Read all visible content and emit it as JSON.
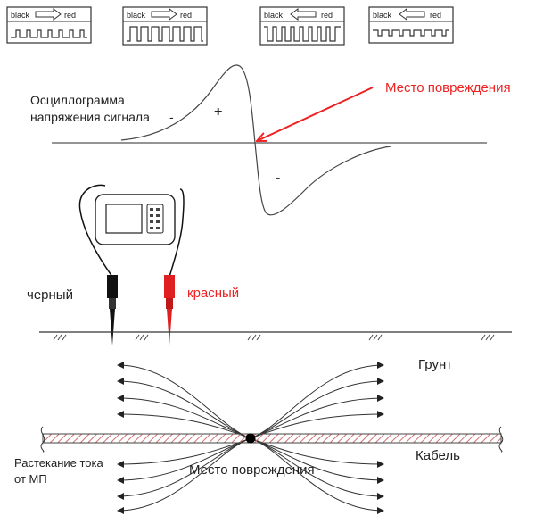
{
  "indicators": [
    {
      "left": "black",
      "right": "red",
      "arrow": "right",
      "waveform": "short-pulses"
    },
    {
      "left": "black",
      "right": "red",
      "arrow": "right",
      "waveform": "long-pulses"
    },
    {
      "left": "black",
      "right": "red",
      "arrow": "left",
      "waveform": "inverted-pulses"
    },
    {
      "left": "black",
      "right": "red",
      "arrow": "left",
      "waveform": "inverted-small-pulses"
    }
  ],
  "signal": {
    "caption_line1": "Осциллограмма",
    "caption_line2": "напряжения сигнала",
    "minus_left": "-",
    "plus": "+",
    "minus": "-"
  },
  "fault_callout": "Место повреждения",
  "probes": {
    "black": "черный",
    "red": "красный"
  },
  "ground_label": "Грунт",
  "cable_label": "Кабель",
  "current_label_line1": "Растекание тока",
  "current_label_line2": "от МП",
  "fault_label": "Место повреждения",
  "colors": {
    "accent": "#ee2222",
    "line": "#333333",
    "hatch": "#d07070"
  }
}
